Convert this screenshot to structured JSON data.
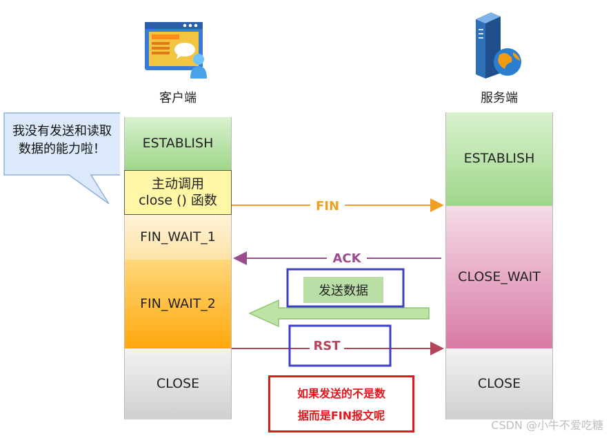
{
  "client": {
    "label": "客户端",
    "states": [
      {
        "key": "establish",
        "label": "ESTABLISH"
      },
      {
        "key": "close_call",
        "line1": "主动调用",
        "line2": "close () 函数"
      },
      {
        "key": "fin_wait_1",
        "label": "FIN_WAIT_1"
      },
      {
        "key": "fin_wait_2",
        "label": "FIN_WAIT_2"
      },
      {
        "key": "close",
        "label": "CLOSE"
      }
    ]
  },
  "server": {
    "label": "服务端",
    "states": [
      {
        "key": "establish",
        "label": "ESTABLISH"
      },
      {
        "key": "close_wait",
        "label": "CLOSE_WAIT"
      },
      {
        "key": "close",
        "label": "CLOSE"
      }
    ]
  },
  "bubble": {
    "line1": "我没有发送和读取",
    "line2": "数据的能力啦！"
  },
  "messages": {
    "fin": "FIN",
    "ack": "ACK",
    "send_data": "发送数据",
    "rst": "RST"
  },
  "note": {
    "line1": "如果发送的不是数",
    "line2": "据而是FIN报文呢"
  },
  "watermark": "CSDN @小牛不爱吃糖",
  "colors": {
    "fin_arrow": "#f0a020",
    "ack_arrow": "#9a4c8e",
    "rst_arrow": "#b5445a",
    "highlight_box": "#3b3fc4",
    "note_border": "#e4161b"
  }
}
